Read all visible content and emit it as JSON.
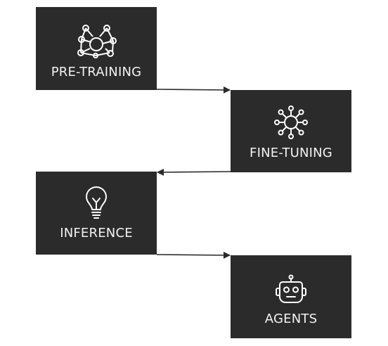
{
  "diagram": {
    "nodes": [
      {
        "id": "pre-training",
        "label": "PRE-TRAINING",
        "icon": "network-icon"
      },
      {
        "id": "fine-tuning",
        "label": "FINE-TUNING",
        "icon": "hub-icon"
      },
      {
        "id": "inference",
        "label": "INFERENCE",
        "icon": "lightbulb-icon"
      },
      {
        "id": "agents",
        "label": "AGENTS",
        "icon": "robot-icon"
      }
    ],
    "edges": [
      {
        "from": "pre-training",
        "to": "fine-tuning"
      },
      {
        "from": "fine-tuning",
        "to": "inference"
      },
      {
        "from": "inference",
        "to": "agents"
      }
    ],
    "colors": {
      "node_fill": "#2b2b2b",
      "node_text": "#f2f2f2",
      "connector": "#2b2b2b",
      "background": "#ffffff"
    }
  }
}
